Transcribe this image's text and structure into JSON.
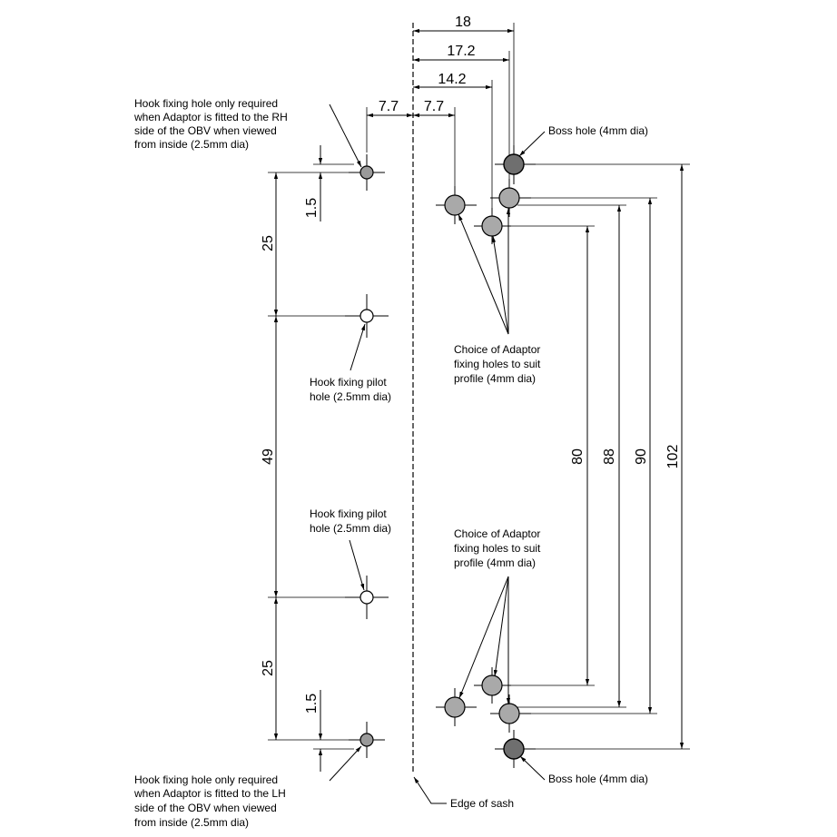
{
  "dimensions": {
    "d18": "18",
    "d17_2": "17.2",
    "d14_2": "14.2",
    "d7_7_left": "7.7",
    "d7_7_right": "7.7",
    "d1_5_top": "1.5",
    "d25_top": "25",
    "d49": "49",
    "d25_bottom": "25",
    "d1_5_bottom": "1.5",
    "d80": "80",
    "d88": "88",
    "d90": "90",
    "d102": "102"
  },
  "notes": {
    "hook_rh": [
      "Hook fixing hole only required",
      "when Adaptor is fitted to the RH",
      "side of the OBV when viewed",
      "from inside (2.5mm dia)"
    ],
    "boss_top": "Boss hole (4mm dia)",
    "choice_top": [
      "Choice of Adaptor",
      "fixing holes to suit",
      "profile (4mm dia)"
    ],
    "pilot_top": [
      "Hook fixing pilot",
      "hole (2.5mm dia)"
    ],
    "pilot_bottom": [
      "Hook fixing pilot",
      "hole (2.5mm dia)"
    ],
    "choice_bottom": [
      "Choice of Adaptor",
      "fixing holes to suit",
      "profile (4mm dia)"
    ],
    "hook_lh": [
      "Hook fixing hole only required",
      "when Adaptor is fitted to the LH",
      "side of the OBV when viewed",
      "from inside (2.5mm dia)"
    ],
    "boss_bottom": "Boss hole (4mm dia)",
    "edge": "Edge of sash"
  },
  "colors": {
    "boss_fill": "#6f6f6f",
    "fixing_fill": "#a9a9a9",
    "pilot_fill": "#ffffff"
  }
}
